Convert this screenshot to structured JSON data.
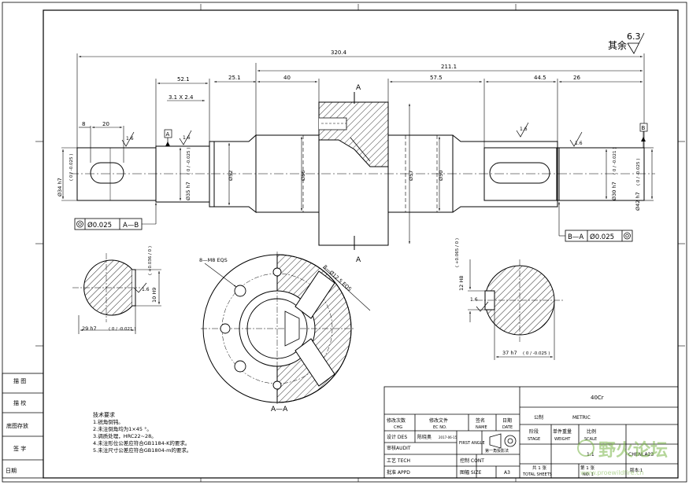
{
  "dims": {
    "total_len": "320.4",
    "d_211": "211.1",
    "d_52": "52.1",
    "d_25": "25.1",
    "d_40": "40",
    "d_57": "57.5",
    "d_44": "44.5",
    "d_26": "26",
    "d_8": "8",
    "d_20": "20",
    "chamfer": "3.1 X 2.4",
    "dia_left": "Ø34 h7",
    "dia_left_tol": "( 0 / -0.025 )",
    "dia_b2": "Ø35 h7",
    "dia_b2_tol": "( 0 / -0.025 )",
    "dia_52": "Ø52",
    "dia_56": "Ø56",
    "dia_57": "Ø57",
    "dia_50": "Ø50",
    "dia_r1": "Ø30 h7",
    "dia_r1_tol": "( 0 / -0.021 )",
    "dia_r2": "Ø42 h7",
    "dia_r2_tol": "( 0 / -0.025 )",
    "rough_1": "1.6",
    "rough_2": "1.6",
    "rough_3": "1.6",
    "rough_4": "1.6",
    "rough_other_label": "其余",
    "rough_other_val": "6.3",
    "datum_a": "A",
    "datum_b": "B",
    "section_a_top": "A",
    "section_a_bot": "A",
    "fcf_left_val": "Ø0.025",
    "fcf_left_ref": "A—B",
    "fcf_right_ref": "B—A",
    "fcf_right_val": "Ø0.025"
  },
  "sections": {
    "s1_width": "29 h7",
    "s1_width_tol": "( 0 / -0.021 )",
    "s1_key": "10 H9",
    "s1_key_tol": "( +0.036 / 0 )",
    "s1_rough": "1.6",
    "s2_label": "A—A",
    "s2_holes": "8—M8 EQS",
    "s2_bore": "8—Ø12.5 EQS",
    "s3_key": "12 H8",
    "s3_key_tol": "( +0.065 / 0 )",
    "s3_width": "37 h7",
    "s3_width_tol": "( 0 / -0.025 )",
    "s3_rough": "1.6"
  },
  "notes": {
    "title": "技术要求",
    "lines": [
      "1.锐角倒钝。",
      "2.未注倒角均为1×45 °。",
      "3.调质处理，HRC22~28。",
      "4.未注形位公差应符合GB1184-K的要求。",
      "5.未注尺寸公差应符合GB1804-m的要求。"
    ]
  },
  "left_strip": [
    "描 图",
    "描 校",
    "底图存放",
    "签 字",
    "日期"
  ],
  "title_block": {
    "material": "40Cr",
    "tolerance_label": "公制",
    "tolerance_val": "METRIC",
    "chg_label": "修改次数",
    "chg_en": "CHG",
    "ec_label": "修改文件",
    "ec_en": "EC NO.",
    "name_label": "签名",
    "name_en": "NAME",
    "date_label": "日期",
    "date_en": "DATE",
    "des_label": "设计 DES",
    "des_name": "陈晓奥",
    "des_date": "2017-06-15",
    "first_angle": "FIRST ANGLE",
    "first_angle_cn": "第一角投影法",
    "audit_label": "审核AUDIT",
    "tech_label": "工艺 TECH",
    "cont_label": "控制 CONT",
    "appd_label": "批准 APPD",
    "size_label": "图幅 SIZE",
    "size_val": "A3",
    "stage_label": "阶段",
    "stage_en": "STAGE",
    "weight_label": "单件重量",
    "weight_en": "WEIGHT",
    "scale_label": "比例",
    "scale_en": "SCALE",
    "scale_val": "1:1",
    "drawing_no": "CHENLA23",
    "sheets_label": "共 1 张",
    "sheets_en": "TOTAL SHEETS",
    "sheet_label": "第 1 张",
    "sheet_en": "NO. 1",
    "version_label": "版本:1"
  },
  "watermark": {
    "cn": "野火论坛",
    "url": "www.proewildfire.cn"
  }
}
